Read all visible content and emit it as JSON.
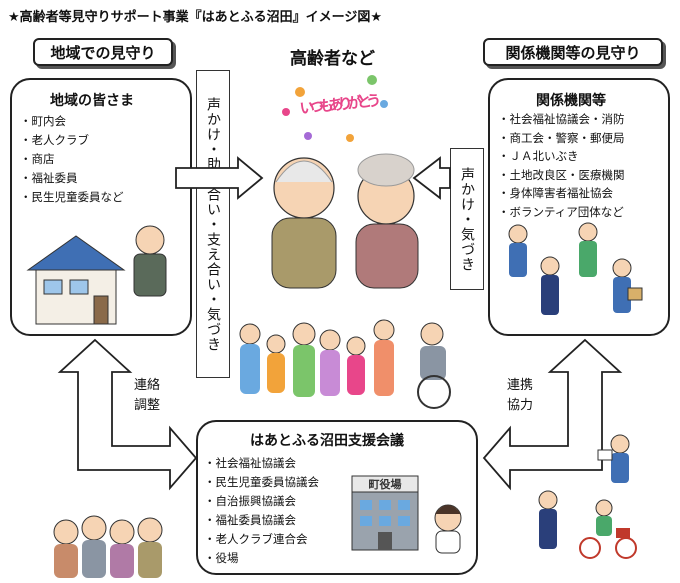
{
  "title": "★高齢者等見守りサポート事業『はあとふる沼田』イメージ図★",
  "left_tag": "地域での見守り",
  "right_tag": "関係機関等の見守り",
  "center_title": "高齢者など",
  "banner_text": "いつもありがとう",
  "left_box": {
    "heading": "地域の皆さま",
    "items": [
      "町内会",
      "老人クラブ",
      "商店",
      "福祉委員",
      "民生児童委員など"
    ]
  },
  "right_box": {
    "heading": "関係機関等",
    "items": [
      "社会福祉協議会・消防",
      "商工会・警察・郵便局",
      "ＪＡ北いぶき",
      "土地改良区・医療機関",
      "身体障害者福祉協会",
      "ボランティア団体など"
    ]
  },
  "left_vertical": "声かけ・助け合い・支え合い・気づき",
  "right_vertical": "声かけ・気づき",
  "bottom_box": {
    "heading": "はあとふる沼田支援会議",
    "items": [
      "社会福祉協議会",
      "民生児童委員協議会",
      "自治振興協議会",
      "福祉委員協議会",
      "老人クラブ連合会",
      "役場"
    ],
    "building_sign": "町役場"
  },
  "left_arrow_label": [
    "連絡",
    "調整"
  ],
  "right_arrow_label": [
    "連携",
    "協力"
  ],
  "colors": {
    "border": "#222222",
    "banner_pink": "#e8468a",
    "banner_purple": "#8a3fb0",
    "house_blue": "#3f6fb4",
    "building_gray": "#9aa3ad"
  }
}
